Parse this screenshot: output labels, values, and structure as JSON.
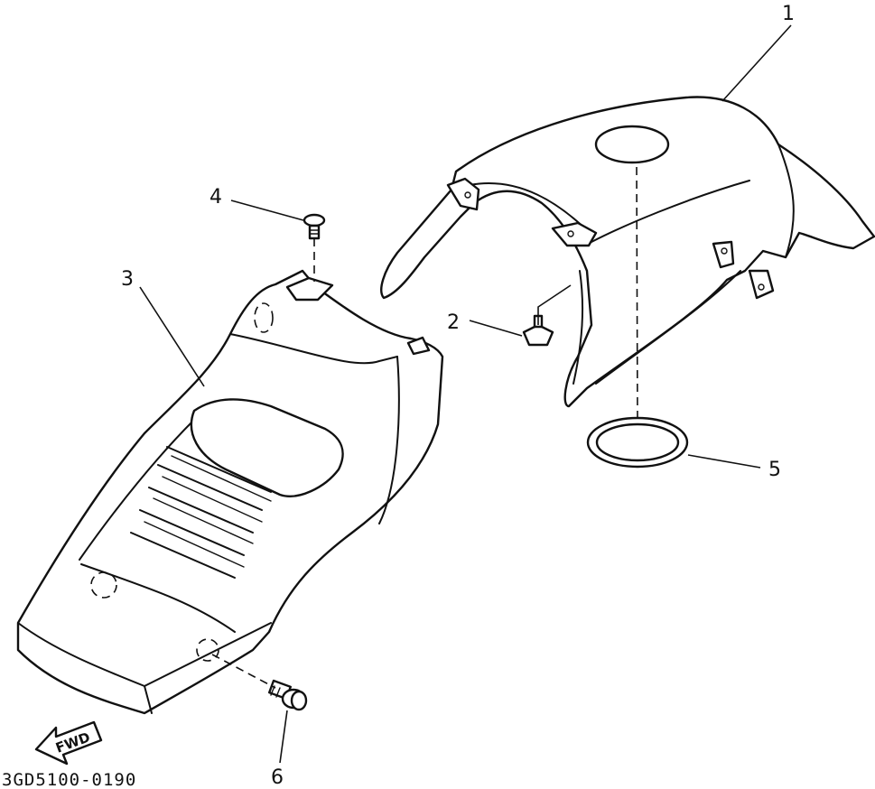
{
  "diagram_code": "3GD5100-0190",
  "direction_marker": "FWD",
  "callouts": [
    {
      "id": "1",
      "text": "1"
    },
    {
      "id": "2",
      "text": "2"
    },
    {
      "id": "3",
      "text": "3"
    },
    {
      "id": "4",
      "text": "4"
    },
    {
      "id": "5",
      "text": "5"
    },
    {
      "id": "6",
      "text": "6"
    }
  ]
}
